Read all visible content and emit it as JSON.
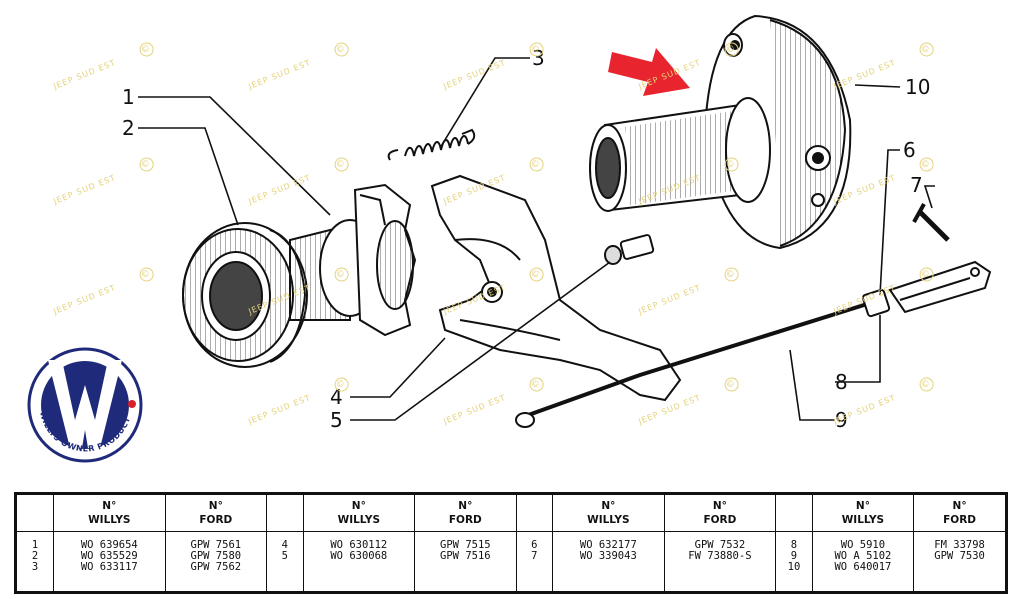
{
  "callouts": [
    "1",
    "2",
    "3",
    "4",
    "5",
    "6",
    "7",
    "8",
    "9",
    "10"
  ],
  "watermark": {
    "text": "JEEP SUD EST",
    "symbol": "©"
  },
  "logo": {
    "text": "WILLYS OWNER PRODUCT",
    "letter": "W",
    "colors": {
      "navy": "#1f2a7a",
      "red": "#d8202a"
    }
  },
  "arrow_color": "#e8242e",
  "table": {
    "headers": {
      "willys": [
        "N°",
        "WILLYS"
      ],
      "ford": [
        "N°",
        "FORD"
      ]
    },
    "groups": [
      {
        "nums": [
          "1",
          "2",
          "3"
        ],
        "willys": [
          "WO 639654",
          "WO 635529",
          "WO 633117"
        ],
        "ford": [
          "GPW 7561",
          "GPW 7580",
          "GPW 7562"
        ]
      },
      {
        "nums": [
          "4",
          "5"
        ],
        "willys": [
          "WO 630112",
          "WO 630068"
        ],
        "ford": [
          "GPW 7515",
          "GPW 7516"
        ]
      },
      {
        "nums": [
          "6",
          "7"
        ],
        "willys": [
          "WO 632177",
          "WO 339043"
        ],
        "ford": [
          "GPW 7532",
          "FW 73880-S"
        ]
      },
      {
        "nums": [
          "8",
          "9",
          "10"
        ],
        "willys": [
          "WO 5910",
          "WO A 5102",
          "WO 640017"
        ],
        "ford": [
          "FM 33798",
          "GPW 7530",
          ""
        ]
      }
    ]
  }
}
